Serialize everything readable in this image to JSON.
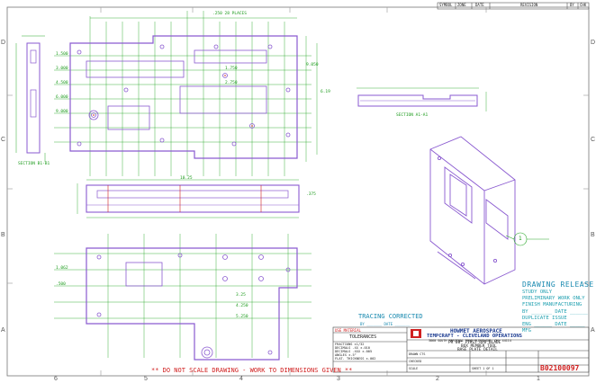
{
  "revision_block": {
    "headers": [
      "SYMBOL",
      "ZONE",
      "DATE",
      "REVISION",
      "BY",
      "CHK"
    ]
  },
  "zones": {
    "columns": [
      "6",
      "5",
      "4",
      "3",
      "2",
      "1"
    ],
    "rows": [
      "D",
      "C",
      "B",
      "A"
    ]
  },
  "views": {
    "section_bb": "SECTION B1-B1",
    "section_aa": "SECTION A1-A1",
    "balloon": "1"
  },
  "dims": {
    "top_callout_1": ".250 28 PLACES",
    "d1": "1.500",
    "d2": "3.000",
    "d3": "4.500",
    "d4": "6.000",
    "d5": "9.000",
    "d6": "9.050",
    "d7": "1.750",
    "d8": "2.750",
    "d9": "10.25",
    "d10": ".375",
    "d11": "6.19",
    "d12": "1.062",
    "d13": ".500",
    "d14": "3.25",
    "d15": "4.250",
    "d16": "5.250"
  },
  "release": {
    "title": "DRAWING RELEASE",
    "options": [
      "STUDY ONLY",
      "PRELIMINARY WORK ONLY",
      "FINISH MANUFACTURING",
      "BY _______ DATE ______",
      "DUPLICATE ISSUE",
      "ENG ______ DATE _____",
      "MFG"
    ]
  },
  "tracing": {
    "label": "TRACING CORRECTED",
    "by": "BY _______  DATE _______"
  },
  "notice": "** DO NOT SCALE DRAWING - WORK TO DIMENSIONS GIVEN **",
  "title_block": {
    "company": "HOWMET AEROSPACE",
    "division": "TEMPCRAFT - CLEVELAND OPERATIONS",
    "address": "3860 SOUTH MARGINAL ROAD CLEVELAND, OH. 44114",
    "part_1": "PR 08* FIRST RPD BLADE",
    "part_2": "BOX MEMBER TOOL",
    "part_3": "BASE PLATE DETAIL",
    "drawing_number": "B02100097",
    "material_label": "USE MATERIAL",
    "tolerances_label": "TOLERANCES",
    "tolerance_lines": [
      "FRACTIONS     ±1/32",
      "DECIMALS .XX   ±.010",
      "DECIMALS .XXX  ±.005",
      "ANGLES        ±.5°",
      "FLAT. THICKNESS ±.002"
    ],
    "drawn": "DRAWN CTS",
    "checked": "CHECKED",
    "scale": "SCALE",
    "sheet": "SHEET 1 OF 1"
  }
}
